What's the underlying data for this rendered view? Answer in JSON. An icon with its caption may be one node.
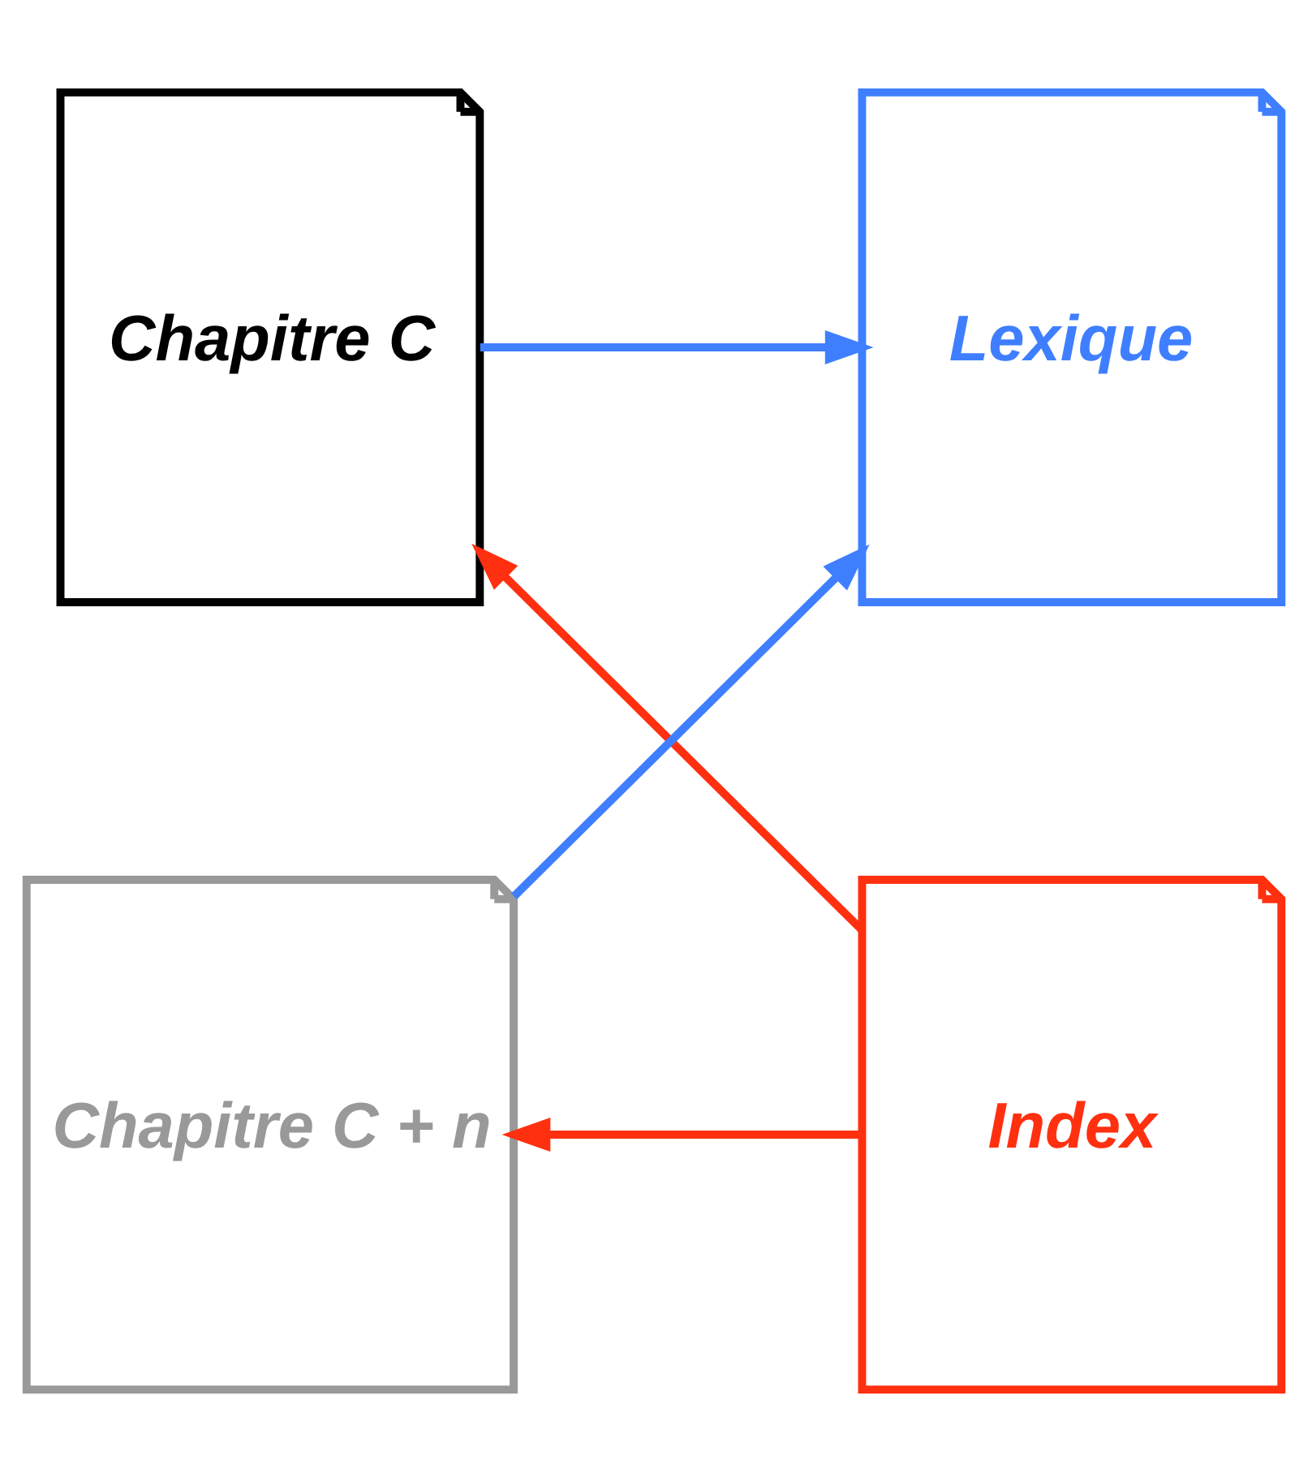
{
  "diagram": {
    "nodes": [
      {
        "text": [
          "Chapitre C"
        ]
      },
      {
        "text": [
          "Lexique"
        ]
      },
      {
        "text": [
          "Chapitre C + n"
        ]
      },
      {
        "text": [
          "Index"
        ]
      }
    ],
    "edges": [
      {
        "from": 0,
        "to": 1,
        "arrow": "to",
        "color": "#3f7fff"
      },
      {
        "from": 2,
        "to": 1,
        "arrow": "to",
        "color": "#3f7fff"
      },
      {
        "from": 3,
        "to": 0,
        "arrow": "to",
        "color": "#ff3010"
      },
      {
        "from": 3,
        "to": 2,
        "arrow": "to",
        "color": "#ff3010"
      }
    ]
  }
}
